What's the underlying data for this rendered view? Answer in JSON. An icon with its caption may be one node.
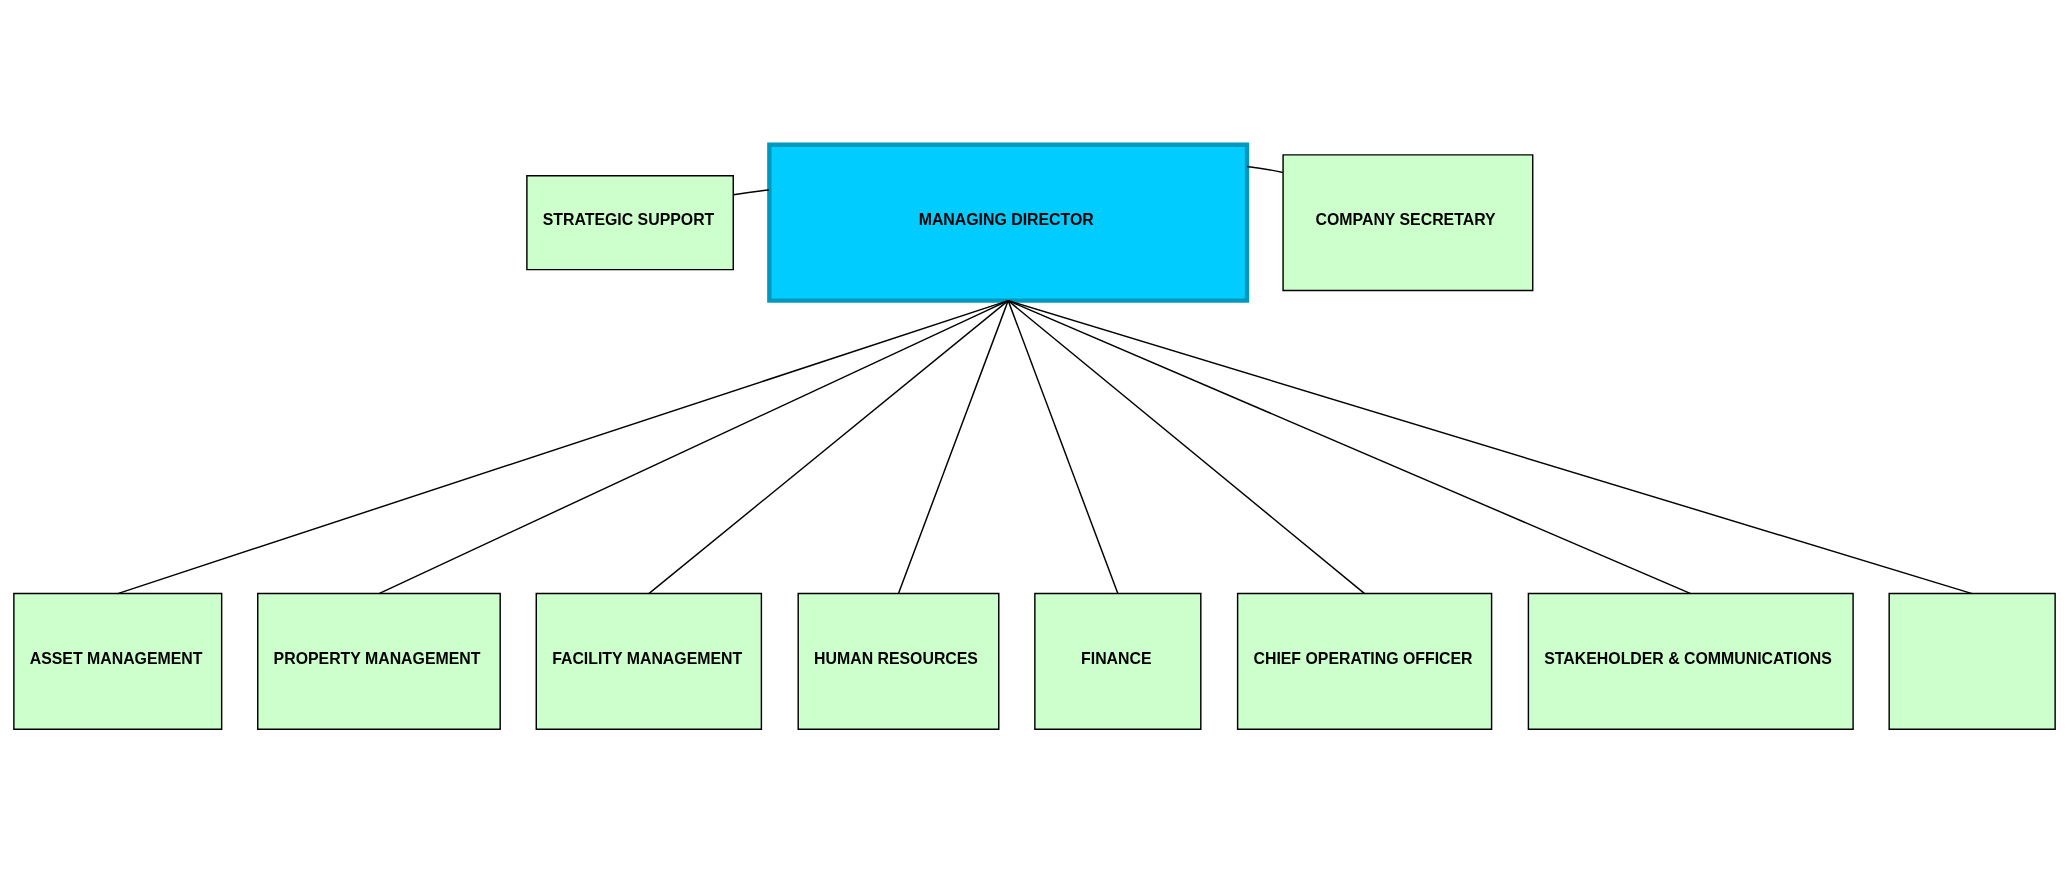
{
  "diagram": {
    "nodes": [
      {
        "text": [
          "MANAGING DIRECTOR"
        ]
      },
      {
        "text": [
          "STRATEGIC SUPPORT"
        ]
      },
      {
        "text": [
          "COMPANY SECRETARY"
        ]
      },
      {
        "text": [
          "ASSET MANAGEMENT"
        ]
      },
      {
        "text": [
          "PROPERTY MANAGEMENT"
        ]
      },
      {
        "text": [
          "FACILITY MANAGEMENT"
        ]
      },
      {
        "text": [
          "HUMAN RESOURCES"
        ]
      },
      {
        "text": [
          "FINANCE"
        ]
      },
      {
        "text": [
          "CHIEF OPERATING OFFICER"
        ]
      },
      {
        "text": [
          "STAKEHOLDER & COMMUNICATIONS"
        ]
      },
      {
        "text": [],
        "shape": "box"
      }
    ],
    "edges": [
      {
        "from": 0,
        "to": 1,
        "arrow": "none"
      },
      {
        "from": 0,
        "to": 2,
        "arrow": "none"
      },
      {
        "from": 0,
        "to": 3,
        "arrow": "none"
      },
      {
        "from": 0,
        "to": 4,
        "arrow": "none"
      },
      {
        "from": 0,
        "to": 5,
        "arrow": "none"
      },
      {
        "from": 0,
        "to": 6,
        "arrow": "none"
      },
      {
        "from": 0,
        "to": 7,
        "arrow": "none"
      },
      {
        "from": 0,
        "to": 8,
        "arrow": "none"
      },
      {
        "from": 0,
        "to": 9,
        "arrow": "none"
      },
      {
        "from": 0,
        "to": 10,
        "arrow": "none"
      }
    ]
  }
}
